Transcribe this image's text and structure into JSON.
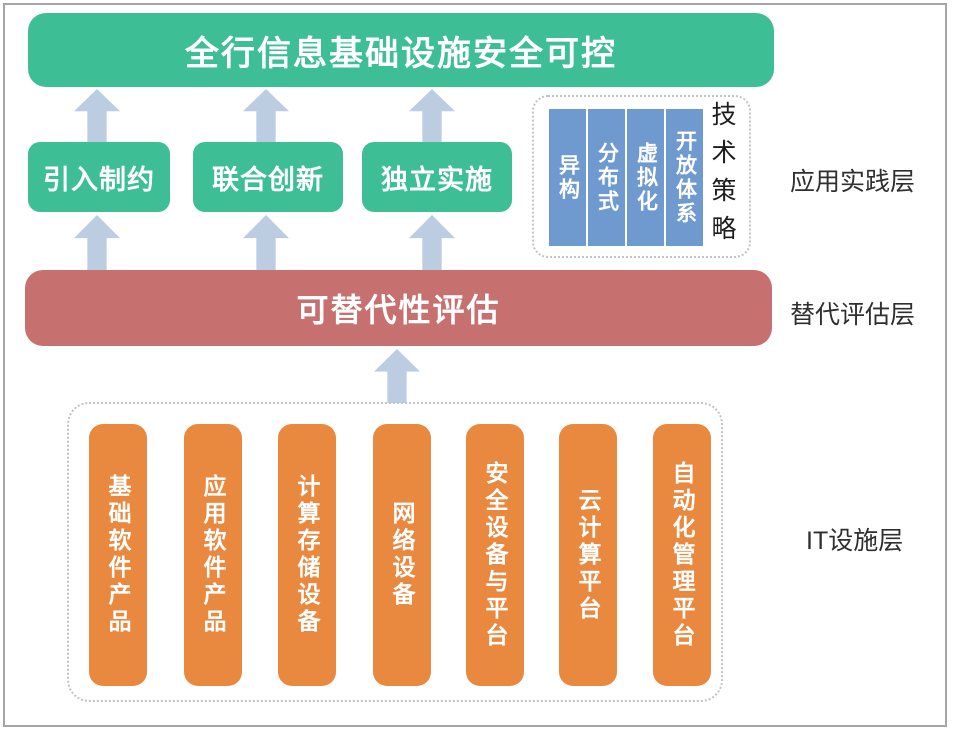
{
  "palette": {
    "green": "#3EBE95",
    "red": "#C77070",
    "orange": "#E9893F",
    "blue": "#6F9AD0",
    "arrow": "#BCCDE2"
  },
  "top_goal": {
    "label": "全行信息基础设施安全可控"
  },
  "practice_layer": {
    "boxes": [
      {
        "label": "引入制约"
      },
      {
        "label": "联合创新"
      },
      {
        "label": "独立实施"
      }
    ],
    "tech_strategy": {
      "title": "技术策略",
      "columns": [
        "异构",
        "分布式",
        "虚拟化",
        "开放体系"
      ]
    }
  },
  "evaluation_layer": {
    "label": "可替代性评估"
  },
  "infrastructure_layer": {
    "pills": [
      "基础软件产品",
      "应用软件产品",
      "计算存储设备",
      "网络设备",
      "安全设备与平台",
      "云计算平台",
      "自动化管理平台"
    ]
  },
  "layer_labels": [
    "应用实践层",
    "替代评估层",
    "IT设施层"
  ]
}
